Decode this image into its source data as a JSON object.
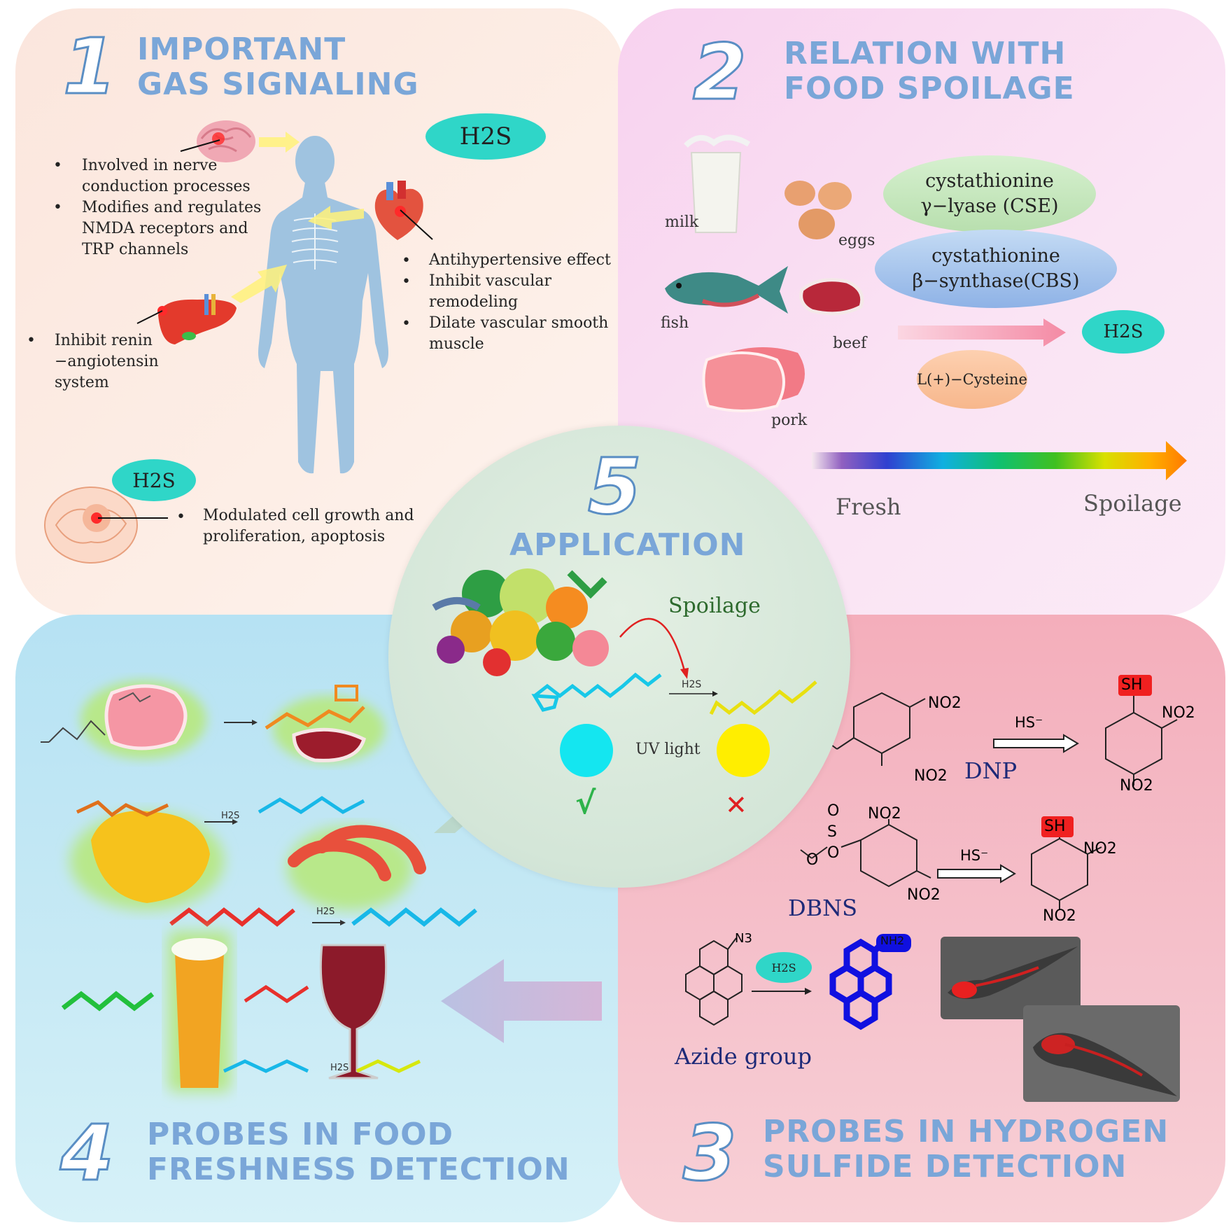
{
  "q1": {
    "number": "1",
    "title": [
      "IMPORTANT",
      "GAS SIGNALING"
    ],
    "h2s_badge": "H2S",
    "brain_text": [
      "Involved in nerve",
      "conduction processes",
      "Modifies and regulates",
      "NMDA receptors and",
      "TRP channels"
    ],
    "heart_text": [
      "Antihypertensive effect",
      "Inhibit vascular",
      "remodeling",
      "Dilate vascular smooth",
      "muscle"
    ],
    "liver_text": [
      "Inhibit renin",
      "−angiotensin",
      "system"
    ],
    "cell_badge": "H2S",
    "cell_text": [
      "Modulated cell growth and",
      "proliferation, apoptosis"
    ]
  },
  "q2": {
    "number": "2",
    "title": [
      "RELATION WITH",
      "FOOD SPOILAGE"
    ],
    "foods": [
      "milk",
      "eggs",
      "fish",
      "beef",
      "pork"
    ],
    "enzyme1": [
      "cystathionine",
      "γ−lyase (CSE)"
    ],
    "enzyme2": [
      "cystathionine",
      "β−synthase(CBS)"
    ],
    "h2s_badge": "H2S",
    "substrate": "L(+)−Cysteine",
    "gradient_start": "Fresh",
    "gradient_end": "Spoilage"
  },
  "q3": {
    "number": "3",
    "title": [
      "PROBES IN HYDROGEN",
      "SULFIDE DETECTION"
    ],
    "dnp": {
      "name": "DNP",
      "reagent": "HS⁻",
      "sh": "SH",
      "no2": "NO2"
    },
    "dbns": {
      "name": "DBNS",
      "reagent": "HS⁻",
      "sh": "SH",
      "no2": "NO2",
      "o": "O",
      "s": "S"
    },
    "azide": {
      "name": "Azide group",
      "n3": "N3",
      "h2s": "H2S",
      "nh2": "NH2"
    }
  },
  "q4": {
    "number": "4",
    "title": [
      "PROBES IN FOOD",
      "FRESHNESS DETECTION"
    ],
    "h2s_arrow_labels": [
      "H2S",
      "H2S",
      "H2S"
    ]
  },
  "q5": {
    "number": "5",
    "title": "APPLICATION",
    "spoilage": "Spoilage",
    "h2s_label": "H2S",
    "uv_light": "UV light",
    "check": "√",
    "cross": "✕"
  },
  "colors": {
    "title_blue": "#7aa6d8",
    "number_stroke": "#5a8ec4",
    "cyan_circle": "#14e6f0",
    "yellow_circle": "#ffee00",
    "check_green": "#2db34a",
    "cross_red": "#e02020",
    "h2s_badge": "#2fd6c8"
  }
}
